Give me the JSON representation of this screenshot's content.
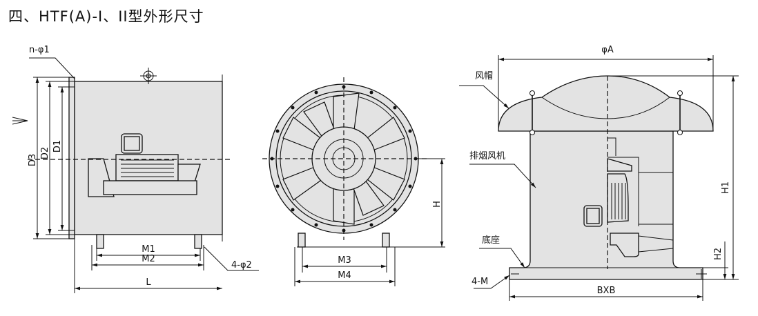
{
  "title": "四、HTF(A)-I、II型外形尺寸",
  "side_view": {
    "flange_holes": "n-φ1",
    "D3": "D3",
    "D2": "D2",
    "D1": "D1",
    "M1": "M1",
    "M2": "M2",
    "L": "L",
    "base_holes": "4-φ2"
  },
  "front_view": {
    "H": "H",
    "M3": "M3",
    "M4": "M4"
  },
  "roof_view": {
    "phiA": "φA",
    "cap": "风帽",
    "fan": "排烟风机",
    "base": "底座",
    "base_holes": "4-M",
    "BxB": "BXB",
    "H1": "H1",
    "H2": "H2"
  }
}
